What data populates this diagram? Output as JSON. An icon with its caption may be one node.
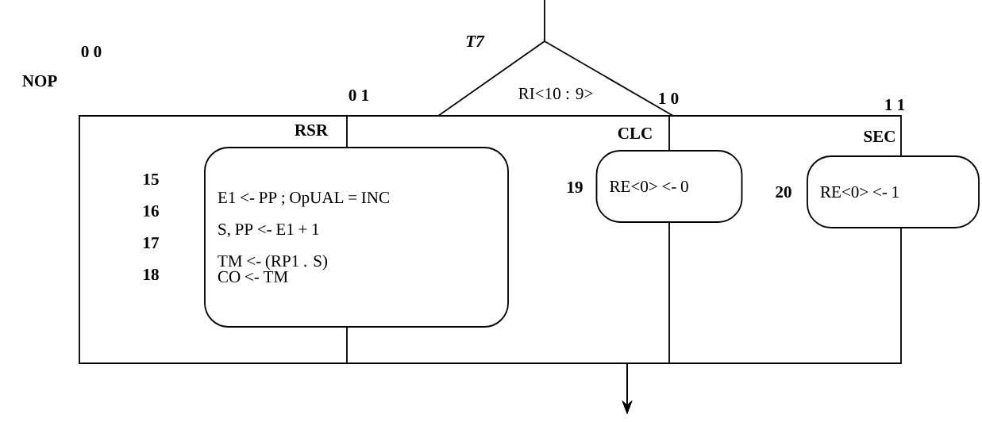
{
  "diagram": {
    "nodes": [
      {
        "text": [
          "RI<10 : 9>"
        ],
        "beside": [
          "T7"
        ]
      },
      {
        "text": [
          "E1 <- PP ; OpUAL = INC",
          "S, PP <- E1 + 1",
          "TM <- (RP1 . S)",
          "CO <- TM"
        ],
        "beside": [
          "15",
          "16",
          "17",
          "18"
        ]
      },
      {
        "text": [
          "RE<0> <- 0"
        ],
        "beside": [
          "19"
        ]
      },
      {
        "text": [
          "RE<0> <- 1"
        ],
        "beside": [
          "20"
        ]
      }
    ],
    "edges": [
      {
        "from": null,
        "to": 0,
        "arrow": "none"
      },
      {
        "from": 0,
        "to": 1,
        "arrow": "none"
      },
      {
        "from": 0,
        "to": 2,
        "arrow": "none"
      },
      {
        "from": 0,
        "to": 3,
        "arrow": "none"
      },
      {
        "from": 0,
        "to": null,
        "arrow": "to"
      },
      {
        "from": 1,
        "to": null,
        "arrow": "to"
      },
      {
        "from": 2,
        "to": null,
        "arrow": "to"
      },
      {
        "from": 3,
        "to": null,
        "arrow": "to"
      }
    ],
    "labels": [
      "0 0",
      "NOP",
      "0 1",
      "RSR",
      "1 0",
      "CLC",
      "1 1",
      "SEC"
    ]
  }
}
